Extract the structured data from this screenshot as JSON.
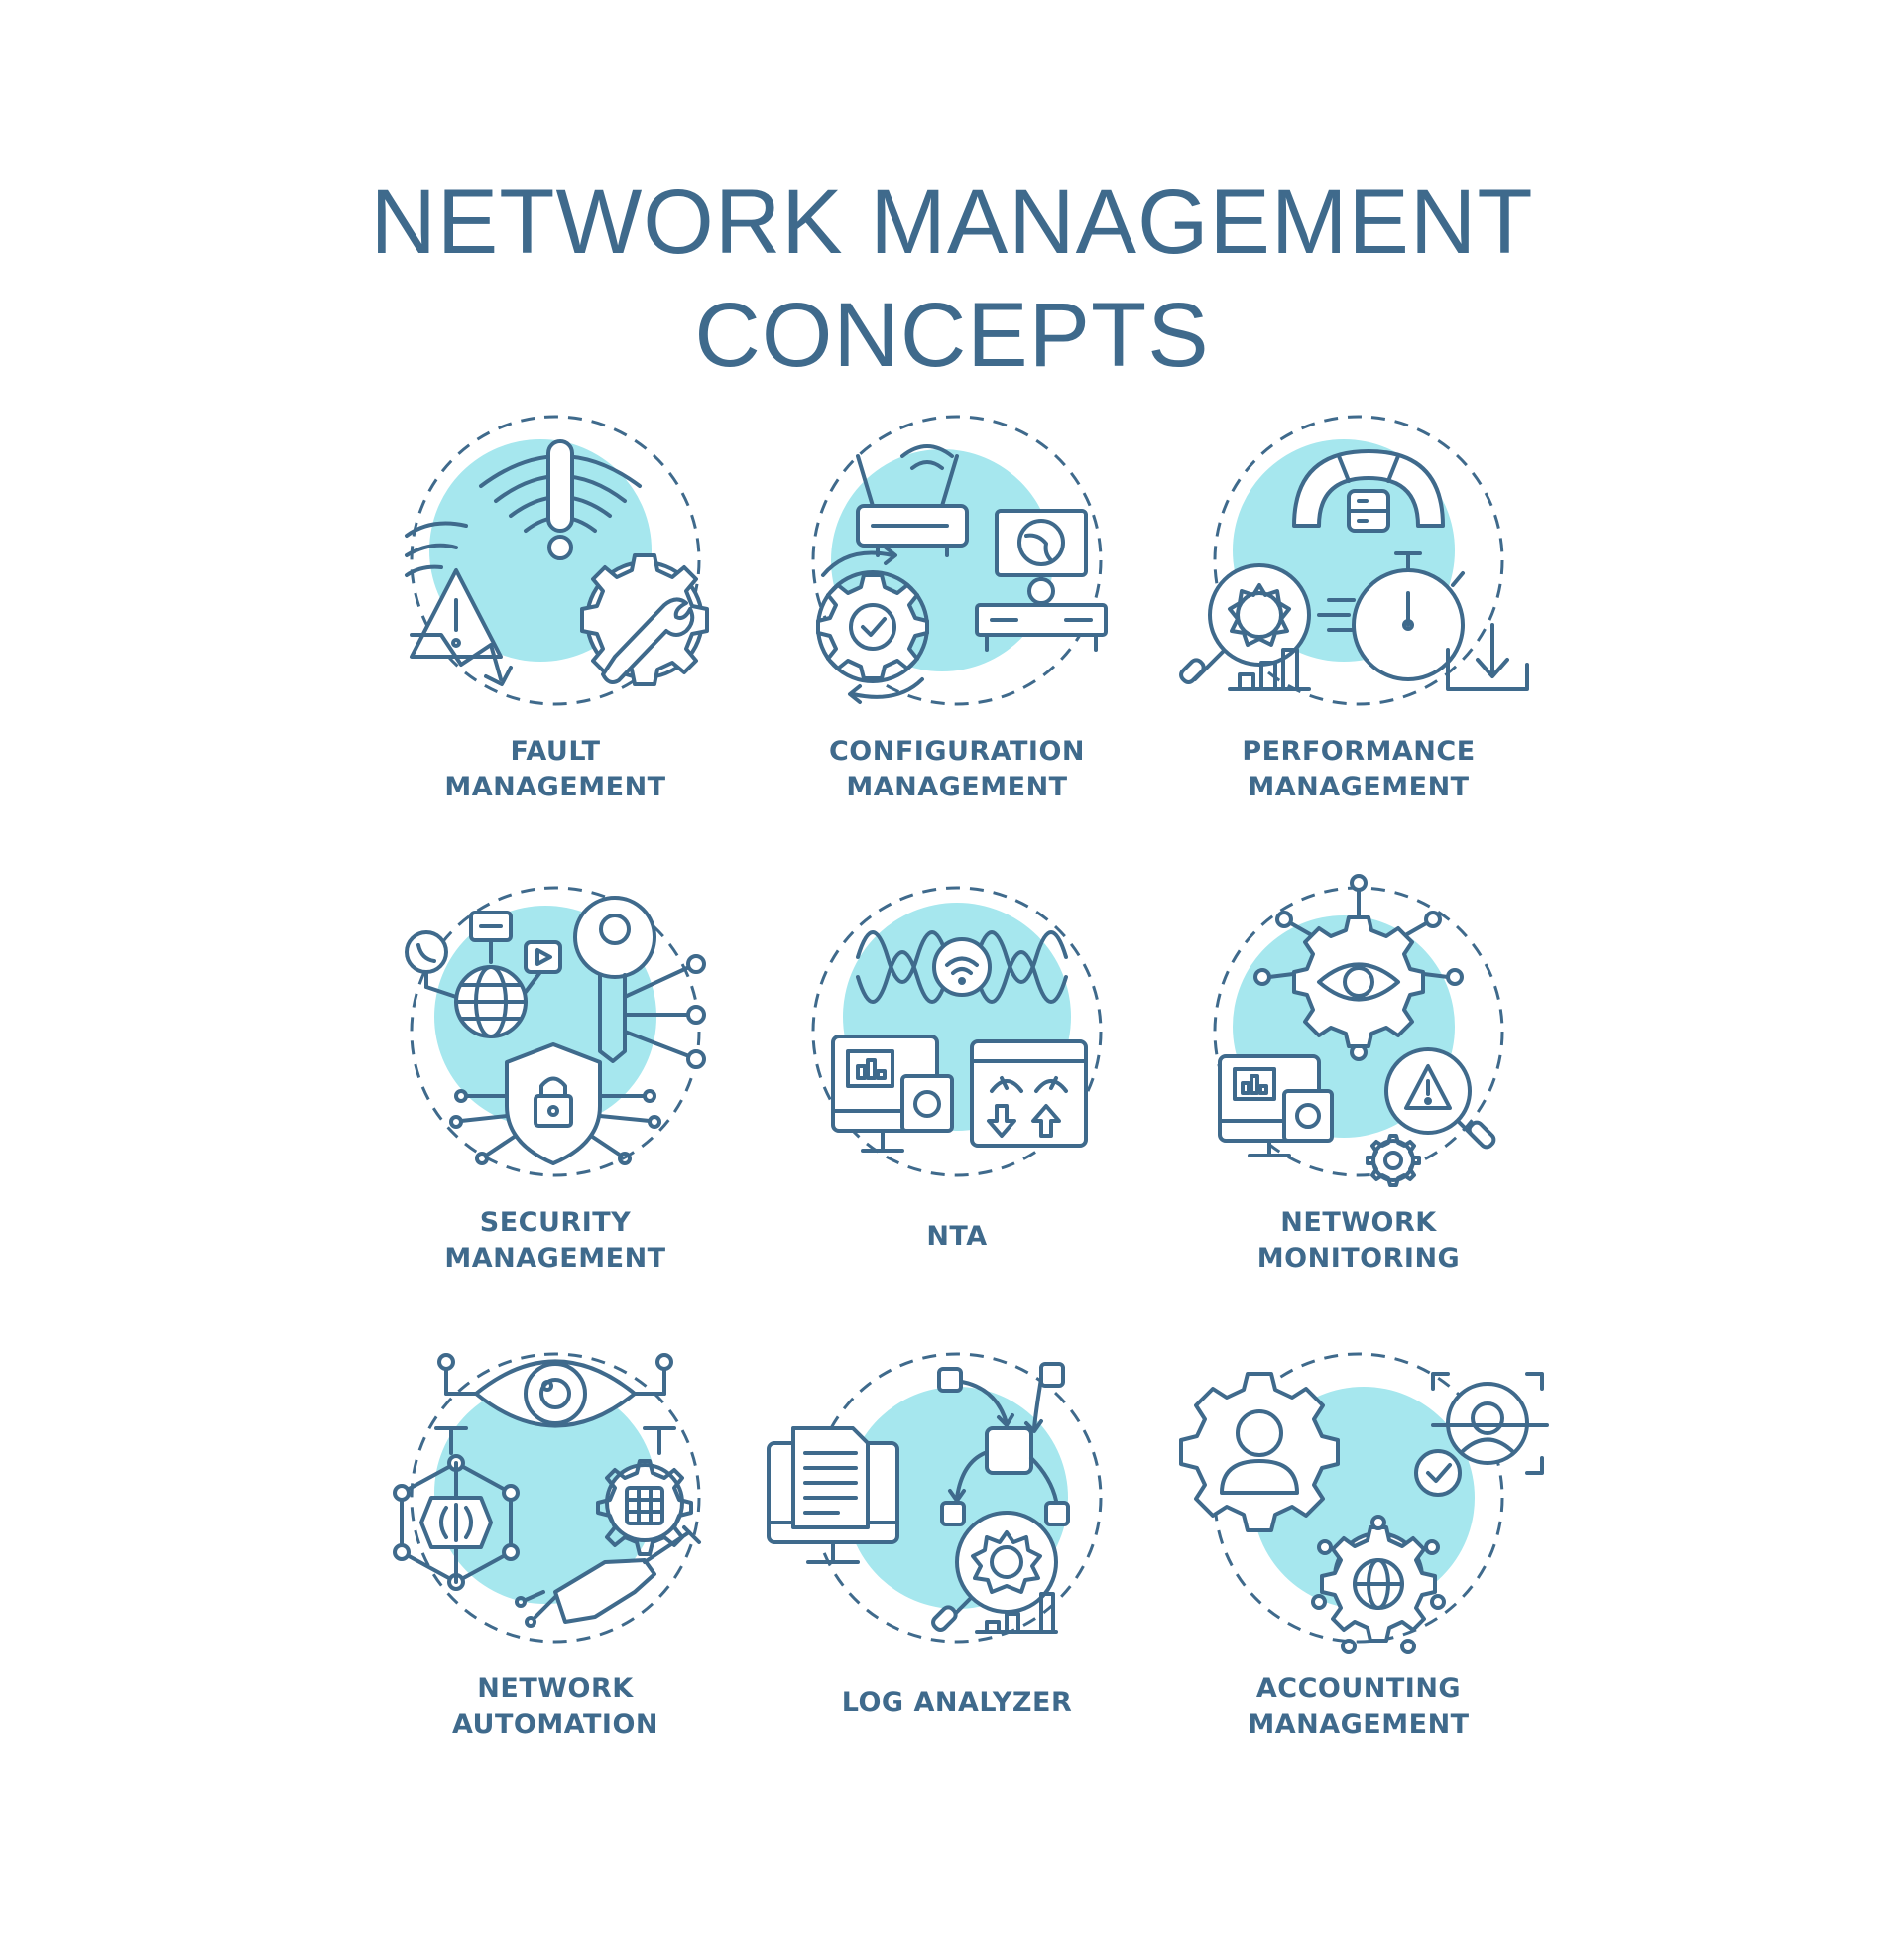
{
  "title": {
    "line1": "NETWORK MANAGEMENT",
    "line2": "CONCEPTS"
  },
  "colors": {
    "stroke": "#3f6a8c",
    "fill": "#a6e7ee",
    "text": "#3f6a8c",
    "background": "#ffffff"
  },
  "concepts": [
    {
      "line1": "FAULT",
      "line2": "MANAGEMENT",
      "icon": "fault-management-icon"
    },
    {
      "line1": "CONFIGURATION",
      "line2": "MANAGEMENT",
      "icon": "configuration-management-icon"
    },
    {
      "line1": "PERFORMANCE",
      "line2": "MANAGEMENT",
      "icon": "performance-management-icon"
    },
    {
      "line1": "SECURITY",
      "line2": "MANAGEMENT",
      "icon": "security-management-icon"
    },
    {
      "line1": "NTA",
      "line2": "",
      "icon": "nta-icon"
    },
    {
      "line1": "NETWORK",
      "line2": "MONITORING",
      "icon": "network-monitoring-icon"
    },
    {
      "line1": "NETWORK",
      "line2": "AUTOMATION",
      "icon": "network-automation-icon"
    },
    {
      "line1": "LOG ANALYZER",
      "line2": "",
      "icon": "log-analyzer-icon"
    },
    {
      "line1": "ACCOUNTING",
      "line2": "MANAGEMENT",
      "icon": "accounting-management-icon"
    }
  ]
}
